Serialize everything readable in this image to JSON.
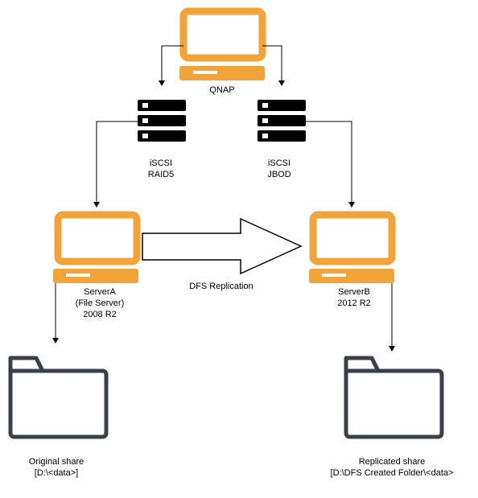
{
  "colors": {
    "computer": "#F2A33A",
    "storage": "#000000",
    "folder": "#3A4048",
    "line": "#000000",
    "background": "#FFFFFF"
  },
  "icons": {
    "qnap": "computer-icon",
    "server_a": "computer-icon",
    "server_b": "computer-icon",
    "storage_raid5": "server-rack-icon",
    "storage_jbod": "server-rack-icon",
    "original_share": "folder-icon",
    "replicated_share": "folder-icon"
  },
  "nodes": {
    "qnap": {
      "line1": "QNAP"
    },
    "iscsi_raid5": {
      "line1": "iSCSI",
      "line2": "RAID5"
    },
    "iscsi_jbod": {
      "line1": "iSCSI",
      "line2": "JBOD"
    },
    "server_a": {
      "line1": "ServerA",
      "line2": "(File Server)",
      "line3": "2008 R2"
    },
    "server_b": {
      "line1": "ServerB",
      "line2": "2012 R2"
    },
    "replication": {
      "label": "DFS Replication"
    },
    "original_share": {
      "line1": "Original share",
      "line2": "[D:\\<data>]"
    },
    "replicated_share": {
      "line1": "Replicated share",
      "line2": "[D:\\DFS Created Folder\\<data>"
    }
  }
}
